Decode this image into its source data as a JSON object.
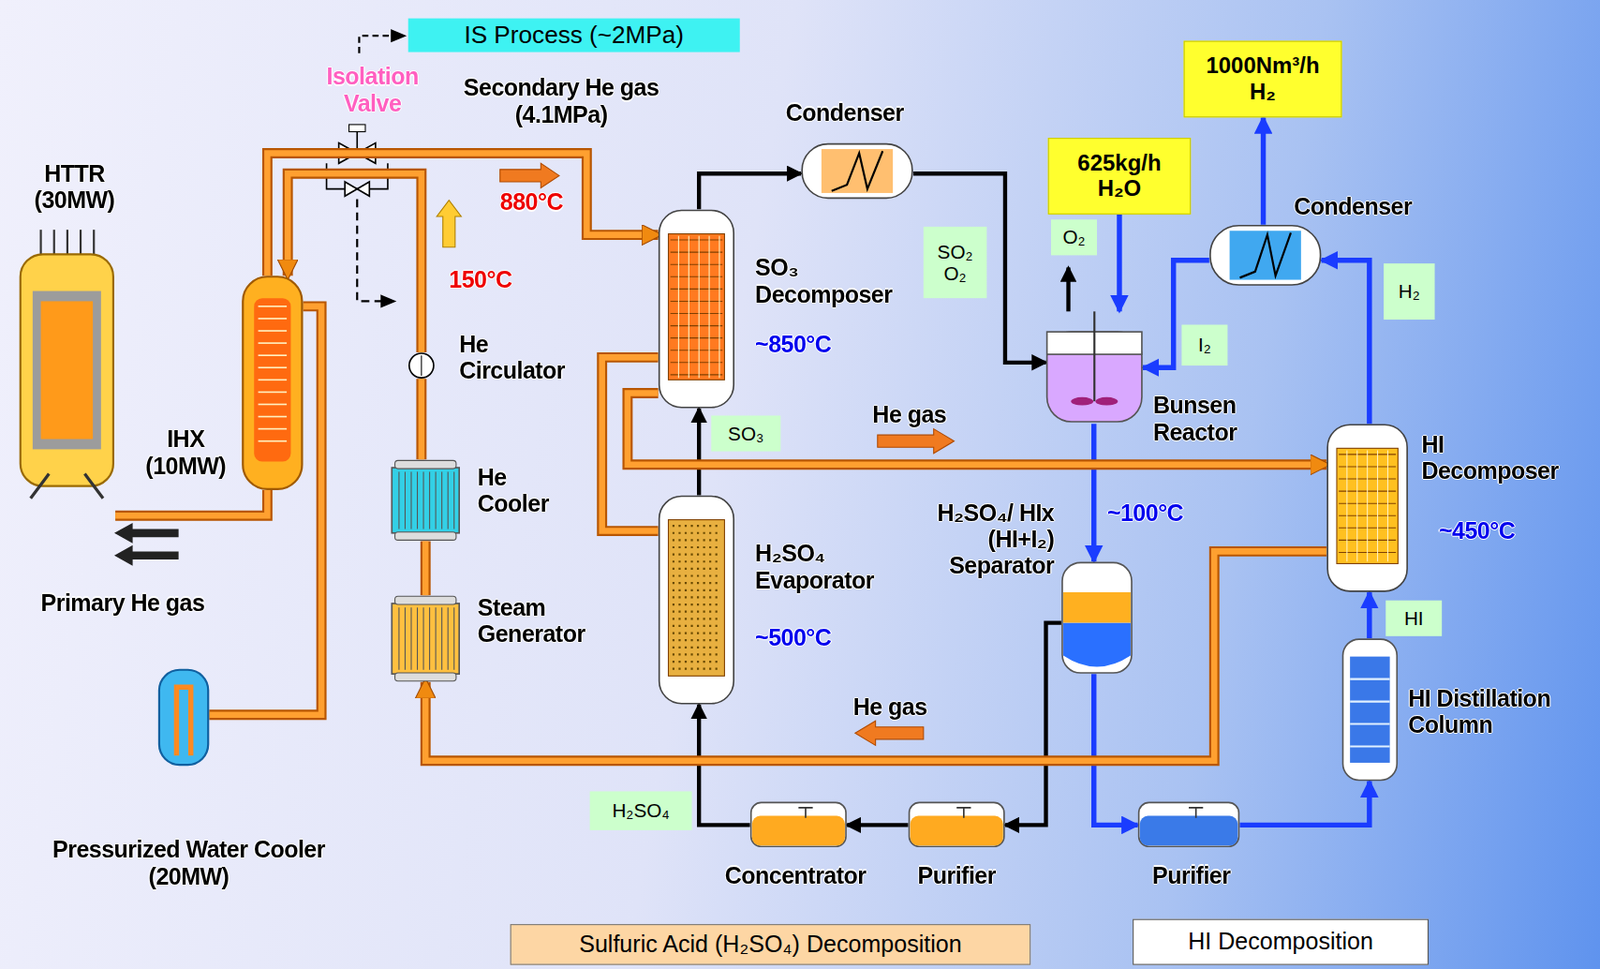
{
  "diagram": {
    "nodes": [
      {
        "text": [
          "IS Process (~2MPa)"
        ]
      },
      {
        "text": [
          "HTTR (30MW)"
        ]
      },
      {
        "text": [
          "IHX (10MW)"
        ]
      },
      {
        "text": [
          "Pressurized Water Cooler (20MW)"
        ]
      },
      {
        "text": [
          "He Circulator"
        ]
      },
      {
        "text": [
          "He Cooler"
        ]
      },
      {
        "text": [
          "Steam Generator"
        ]
      },
      {
        "text": [
          "SO₃ Decomposer",
          "~850°C"
        ]
      },
      {
        "text": [
          "Condenser"
        ]
      },
      {
        "text": [
          "H₂SO₄ Evaporator",
          "~500°C"
        ]
      },
      {
        "text": [
          "625kg/h H₂O"
        ]
      },
      {
        "text": [
          "1000Nm³/h H₂"
        ]
      },
      {
        "text": [
          "Condenser"
        ]
      },
      {
        "text": [
          "SO₂ O₂"
        ]
      },
      {
        "text": [
          "O₂"
        ]
      },
      {
        "text": [
          "Bunsen Reactor"
        ]
      },
      {
        "text": [
          "I₂"
        ]
      },
      {
        "text": [
          "H₂"
        ]
      },
      {
        "text": [
          "SO₃"
        ]
      },
      {
        "text": [
          "HI Decomposer",
          "~450°C"
        ]
      },
      {
        "text": [
          "H₂SO₄/ HIx (HI+I₂) Separator"
        ]
      },
      {
        "text": [
          "HI"
        ]
      },
      {
        "text": [
          "HI Distillation Column"
        ]
      },
      {
        "text": [
          "H₂SO₄"
        ]
      },
      {
        "text": [
          "Concentrator"
        ]
      },
      {
        "text": [
          "Purifier"
        ]
      },
      {
        "text": [
          "Purifier"
        ]
      },
      {
        "text": [
          "Sulfuric Acid (H₂SO₄) Decomposition"
        ]
      },
      {
        "text": [
          "HI Decomposition"
        ]
      }
    ],
    "edges": [
      {
        "from": 7,
        "to": 8,
        "arrow": "to"
      },
      {
        "from": 8,
        "to": 15,
        "arrow": "to"
      },
      {
        "from": 9,
        "to": 7,
        "arrow": "to"
      },
      {
        "from": 10,
        "to": 15,
        "arrow": "to"
      },
      {
        "from": 15,
        "to": 20,
        "arrow": "to"
      },
      {
        "from": 20,
        "to": 25,
        "arrow": "to"
      },
      {
        "from": 25,
        "to": 24,
        "arrow": "to"
      },
      {
        "from": 24,
        "to": 9,
        "arrow": "to"
      },
      {
        "from": 20,
        "to": 26,
        "arrow": "to"
      },
      {
        "from": 26,
        "to": 22,
        "arrow": "to"
      },
      {
        "from": 22,
        "to": 19,
        "arrow": "to"
      },
      {
        "from": 19,
        "to": 12,
        "arrow": "to"
      },
      {
        "from": 12,
        "to": 15,
        "arrow": "to"
      },
      {
        "from": 12,
        "to": 11,
        "arrow": "to"
      },
      {
        "from": 1,
        "to": 2,
        "arrow": "none"
      },
      {
        "from": 2,
        "to": 3,
        "arrow": "none"
      },
      {
        "from": 2,
        "to": 7,
        "arrow": "to"
      },
      {
        "from": 7,
        "to": 9,
        "arrow": "none"
      },
      {
        "from": 7,
        "to": 19,
        "arrow": "to"
      },
      {
        "from": 19,
        "to": 6,
        "arrow": "to"
      },
      {
        "from": 6,
        "to": 5,
        "arrow": "none"
      },
      {
        "from": 5,
        "to": 4,
        "arrow": "none"
      },
      {
        "from": 4,
        "to": 2,
        "arrow": "to"
      }
    ],
    "labels": [
      "Isolation Valve",
      "Secondary He gas (4.1MPa)",
      "880°C",
      "150°C",
      "Primary He gas",
      "He gas",
      "He gas",
      "~100°C"
    ]
  }
}
